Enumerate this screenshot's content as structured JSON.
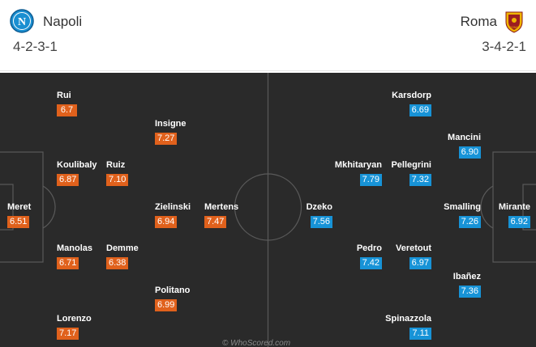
{
  "home": {
    "name": "Napoli",
    "formation": "4-2-3-1",
    "color": "#e0611c",
    "logo_icon": "napoli-crest-icon",
    "players": [
      {
        "name": "Rui",
        "rating": "6.7"
      },
      {
        "name": "Insigne",
        "rating": "7.27"
      },
      {
        "name": "Koulibaly",
        "rating": "6.87"
      },
      {
        "name": "Ruiz",
        "rating": "7.10"
      },
      {
        "name": "Meret",
        "rating": "6.51"
      },
      {
        "name": "Zielinski",
        "rating": "6.94"
      },
      {
        "name": "Mertens",
        "rating": "7.47"
      },
      {
        "name": "Manolas",
        "rating": "6.71"
      },
      {
        "name": "Demme",
        "rating": "6.38"
      },
      {
        "name": "Politano",
        "rating": "6.99"
      },
      {
        "name": "Lorenzo",
        "rating": "7.17"
      }
    ]
  },
  "away": {
    "name": "Roma",
    "formation": "3-4-2-1",
    "color": "#1793d7",
    "logo_icon": "roma-crest-icon",
    "players": [
      {
        "name": "Karsdorp",
        "rating": "6.69"
      },
      {
        "name": "Mancini",
        "rating": "6.90"
      },
      {
        "name": "Mkhitaryan",
        "rating": "7.79"
      },
      {
        "name": "Pellegrini",
        "rating": "7.32"
      },
      {
        "name": "Dzeko",
        "rating": "7.56"
      },
      {
        "name": "Smalling",
        "rating": "7.26"
      },
      {
        "name": "Mirante",
        "rating": "6.92"
      },
      {
        "name": "Pedro",
        "rating": "7.42"
      },
      {
        "name": "Veretout",
        "rating": "6.97"
      },
      {
        "name": "Ibañez",
        "rating": "7.36"
      },
      {
        "name": "Spinazzola",
        "rating": "7.11"
      }
    ]
  },
  "pitch": {
    "background": "#2a2a2a",
    "line_color": "#5a5a5a"
  },
  "watermark": "© WhoScored.com"
}
